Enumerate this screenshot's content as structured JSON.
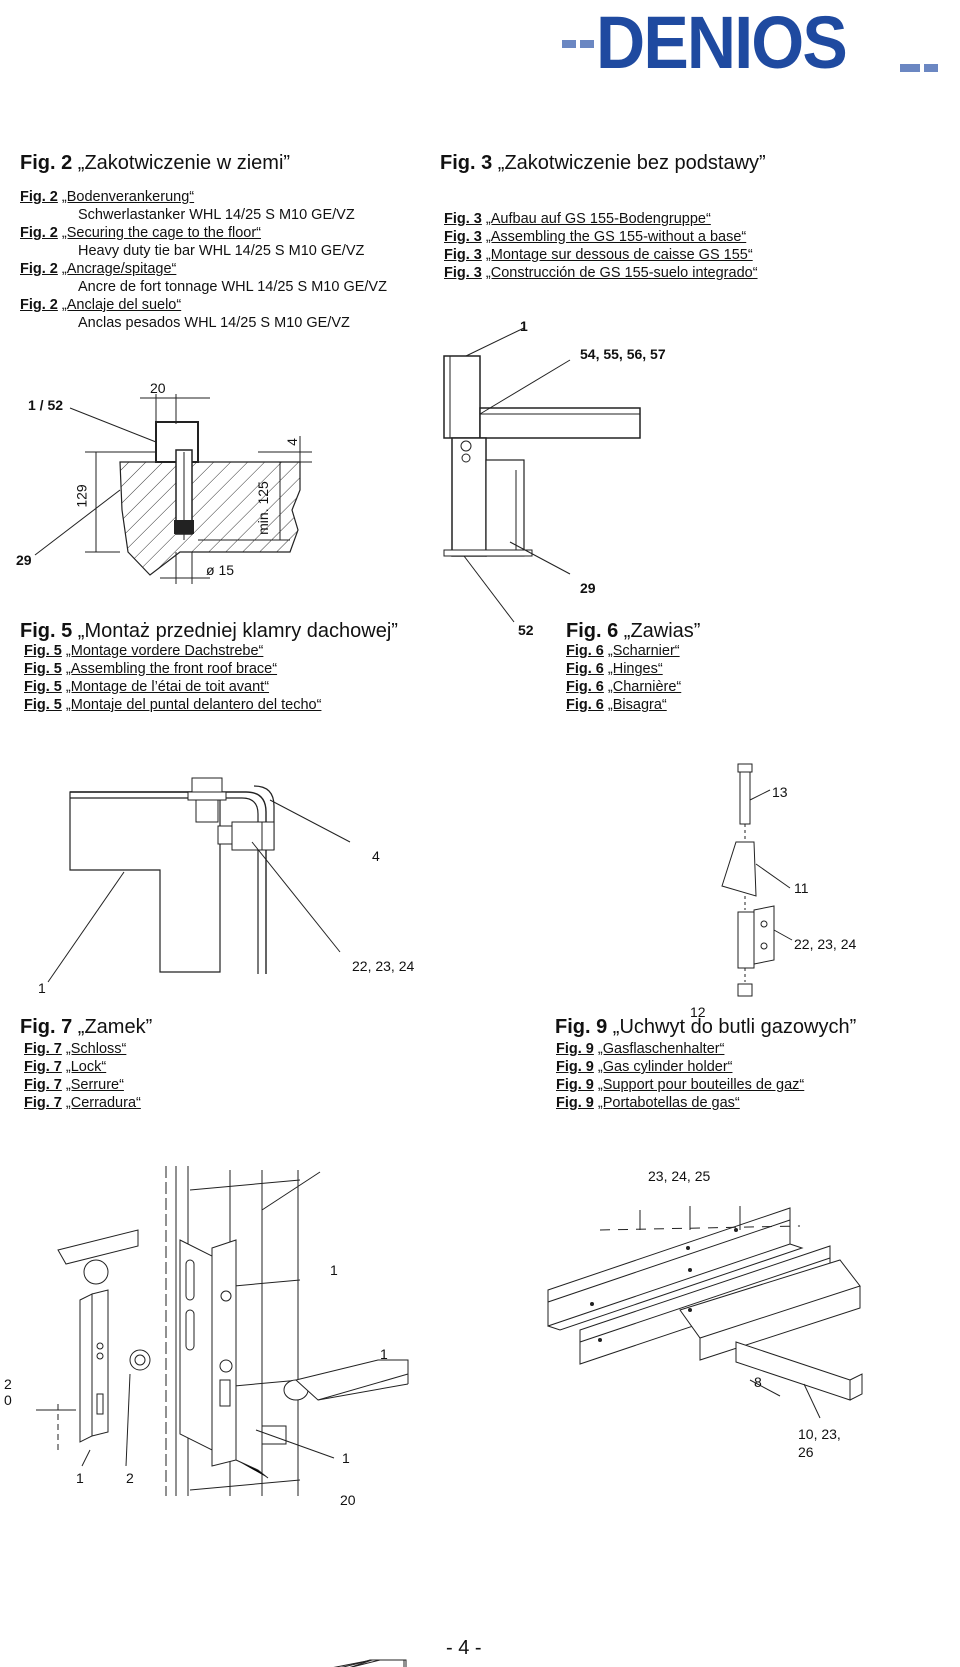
{
  "logo": {
    "text": "DENIOS"
  },
  "fig2": {
    "title_prefix": "Fig. 2",
    "title": "„Zakotwiczenie w ziemi”",
    "captions": [
      {
        "label": "Fig. 2",
        "text": "„Bodenverankerung“",
        "detail": "Schwerlastanker WHL 14/25 S M10 GE/VZ"
      },
      {
        "label": "Fig. 2",
        "text": "„Securing the cage to the floor“",
        "detail": "Heavy duty tie bar WHL 14/25 S M10 GE/VZ"
      },
      {
        "label": "Fig. 2",
        "text": "„Ancrage/spitage“",
        "detail": "Ancre de fort tonnage WHL 14/25 S M10 GE/VZ"
      },
      {
        "label": "Fig. 2",
        "text": "„Anclaje del suelo“",
        "detail": "Anclas pesados WHL 14/25 S M10 GE/VZ"
      }
    ],
    "callouts": {
      "c1": "1 / 52",
      "c2": "29",
      "dim_20": "20",
      "dim_4": "4",
      "dim_129": "129",
      "dim_min125": "min. 125",
      "dim_d15": "ø 15"
    }
  },
  "fig3": {
    "title_prefix": "Fig. 3",
    "title": "„Zakotwiczenie bez podstawy”",
    "captions": [
      {
        "label": "Fig. 3",
        "text": "„Aufbau auf GS 155-Bodengruppe“"
      },
      {
        "label": "Fig. 3",
        "text": "„Assembling the GS 155-without a base“"
      },
      {
        "label": "Fig. 3",
        "text": "„Montage sur dessous de caisse GS 155“"
      },
      {
        "label": "Fig. 3",
        "text": "„Construcción de GS 155-suelo integrado“"
      }
    ],
    "callouts": {
      "c1": "1",
      "c2": "54, 55, 56, 57",
      "c3": "29",
      "c4": "52"
    }
  },
  "fig5": {
    "title_prefix": "Fig. 5",
    "title": "„Montaż przedniej klamry dachowej”",
    "captions": [
      {
        "label": "Fig. 5",
        "text": "„Montage vordere Dachstrebe“"
      },
      {
        "label": "Fig. 5",
        "text": "„Assembling the front roof brace“"
      },
      {
        "label": "Fig. 5",
        "text": "„Montage de l’étai de toit avant“"
      },
      {
        "label": "Fig. 5",
        "text": "„Montaje del puntal delantero del techo“"
      }
    ],
    "callouts": {
      "c1": "4",
      "c2": "22, 23, 24",
      "c3": "1"
    }
  },
  "fig6": {
    "title_prefix": "Fig. 6",
    "title": "„Zawias”",
    "captions": [
      {
        "label": "Fig. 6",
        "text": "„Scharnier“"
      },
      {
        "label": "Fig. 6",
        "text": "„Hinges“"
      },
      {
        "label": "Fig. 6",
        "text": "„Charnière“"
      },
      {
        "label": "Fig. 6",
        "text": "„Bisagra“"
      }
    ],
    "callouts": {
      "c1": "13",
      "c2": "11",
      "c3": "22, 23, 24",
      "c4": "12"
    }
  },
  "fig7": {
    "title_prefix": "Fig. 7",
    "title": "„Zamek”",
    "captions": [
      {
        "label": "Fig. 7",
        "text": "„Schloss“"
      },
      {
        "label": "Fig. 7",
        "text": "„Lock“"
      },
      {
        "label": "Fig. 7",
        "text": "„Serrure“"
      },
      {
        "label": "Fig. 7",
        "text": "„Cerradura“"
      }
    ],
    "callouts": {
      "c1": "1",
      "c2": "1",
      "c3": "1",
      "c4": "1",
      "c5": "2",
      "c6": "2",
      "c7": "0",
      "c8": "20"
    }
  },
  "fig9": {
    "title_prefix": "Fig. 9",
    "title": "„Uchwyt do butli gazowych”",
    "captions": [
      {
        "label": "Fig. 9",
        "text": "„Gasflaschenhalter“"
      },
      {
        "label": "Fig. 9",
        "text": "„Gas cylinder holder“"
      },
      {
        "label": "Fig. 9",
        "text": "„Support pour bouteilles de gaz“"
      },
      {
        "label": "Fig. 9",
        "text": "„Portabotellas de gas“"
      }
    ],
    "callouts": {
      "c1": "23, 24, 25",
      "c2": "8",
      "c3": "10, 23,",
      "c4": "26"
    }
  },
  "page_number": "- 4 -",
  "colors": {
    "brand_blue": "#1f4aa0",
    "brand_dash": "#6b87c2",
    "line": "#222222"
  }
}
